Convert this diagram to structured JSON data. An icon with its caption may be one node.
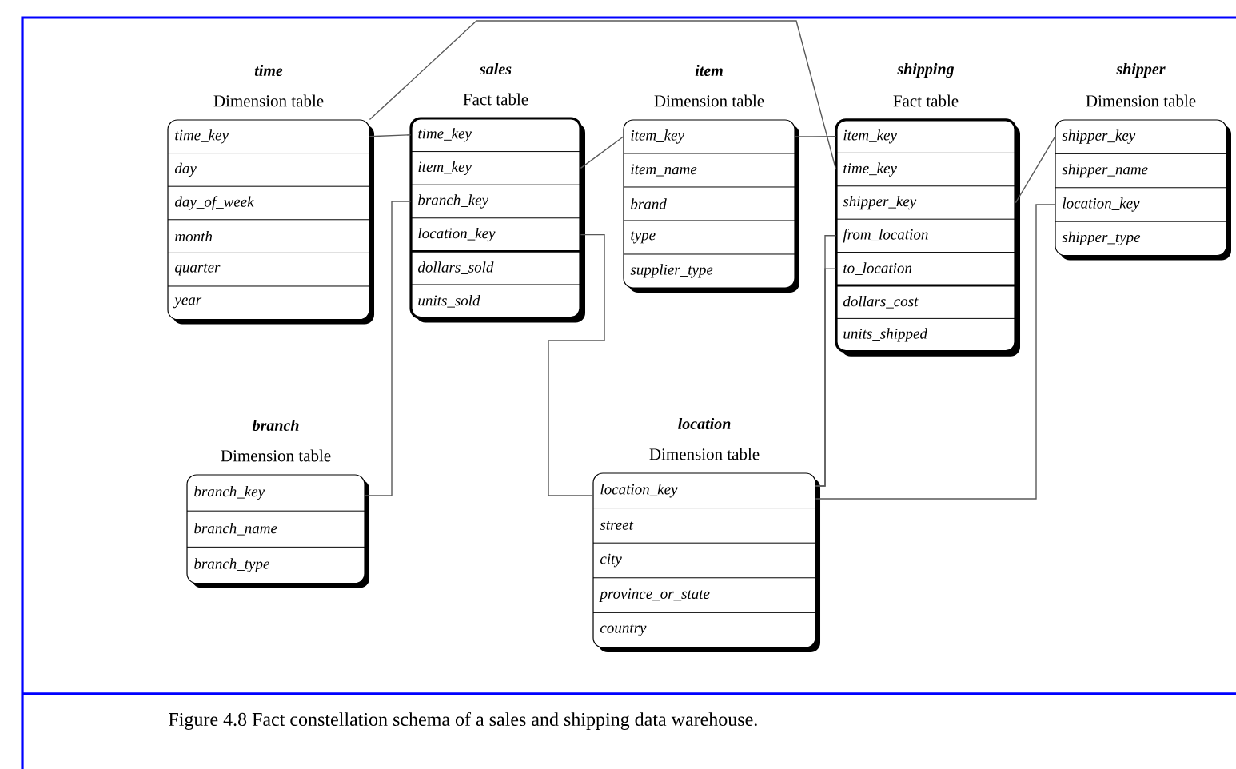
{
  "diagram": {
    "caption": "Figure 4.8 Fact constellation schema of a sales and shipping data warehouse.",
    "nodes": [
      {
        "text": [
          "time",
          "Dimension table"
        ]
      },
      {
        "text": [
          "time_key"
        ],
        "in": 0
      },
      {
        "text": [
          "day"
        ],
        "in": 0
      },
      {
        "text": [
          "day_of_week"
        ],
        "in": 0
      },
      {
        "text": [
          "month"
        ],
        "in": 0
      },
      {
        "text": [
          "quarter"
        ],
        "in": 0
      },
      {
        "text": [
          "year"
        ],
        "in": 0
      },
      {
        "text": [
          "sales",
          "Fact table"
        ]
      },
      {
        "text": [
          "time_key"
        ],
        "in": 7
      },
      {
        "text": [
          "item_key"
        ],
        "in": 7
      },
      {
        "text": [
          "branch_key"
        ],
        "in": 7
      },
      {
        "text": [
          "location_key"
        ],
        "in": 7
      },
      {
        "text": [
          "dollars_sold"
        ],
        "in": 7
      },
      {
        "text": [
          "units_sold"
        ],
        "in": 7
      },
      {
        "text": [
          "item",
          "Dimension table"
        ]
      },
      {
        "text": [
          "item_key"
        ],
        "in": 14
      },
      {
        "text": [
          "item_name"
        ],
        "in": 14
      },
      {
        "text": [
          "brand"
        ],
        "in": 14
      },
      {
        "text": [
          "type"
        ],
        "in": 14
      },
      {
        "text": [
          "supplier_type"
        ],
        "in": 14
      },
      {
        "text": [
          "shipping",
          "Fact table"
        ]
      },
      {
        "text": [
          "item_key"
        ],
        "in": 20
      },
      {
        "text": [
          "time_key"
        ],
        "in": 20
      },
      {
        "text": [
          "shipper_key"
        ],
        "in": 20
      },
      {
        "text": [
          "from_location"
        ],
        "in": 20
      },
      {
        "text": [
          "to_location"
        ],
        "in": 20
      },
      {
        "text": [
          "dollars_cost"
        ],
        "in": 20
      },
      {
        "text": [
          "units_shipped"
        ],
        "in": 20
      },
      {
        "text": [
          "shipper",
          "Dimension table"
        ]
      },
      {
        "text": [
          "shipper_key"
        ],
        "in": 28
      },
      {
        "text": [
          "shipper_name"
        ],
        "in": 28
      },
      {
        "text": [
          "location_key"
        ],
        "in": 28
      },
      {
        "text": [
          "shipper_type"
        ],
        "in": 28
      },
      {
        "text": [
          "branch",
          "Dimension table"
        ]
      },
      {
        "text": [
          "branch_key"
        ],
        "in": 33
      },
      {
        "text": [
          "branch_name"
        ],
        "in": 33
      },
      {
        "text": [
          "branch_type"
        ],
        "in": 33
      },
      {
        "text": [
          "location",
          "Dimension table"
        ]
      },
      {
        "text": [
          "location_key"
        ],
        "in": 37
      },
      {
        "text": [
          "street"
        ],
        "in": 37
      },
      {
        "text": [
          "city"
        ],
        "in": 37
      },
      {
        "text": [
          "province_or_state"
        ],
        "in": 37
      },
      {
        "text": [
          "country"
        ],
        "in": 37
      }
    ],
    "edges": [
      {
        "from": 1,
        "to": 8,
        "arrow": "none"
      },
      {
        "from": 1,
        "to": 22,
        "arrow": "none"
      },
      {
        "from": 9,
        "to": 15,
        "arrow": "none"
      },
      {
        "from": 15,
        "to": 21,
        "arrow": "none"
      },
      {
        "from": 10,
        "to": 34,
        "arrow": "none"
      },
      {
        "from": 11,
        "to": 38,
        "arrow": "none"
      },
      {
        "from": 24,
        "to": 38,
        "arrow": "none"
      },
      {
        "from": 25,
        "to": 38,
        "arrow": "none"
      },
      {
        "from": 23,
        "to": 29,
        "arrow": "none"
      },
      {
        "from": 31,
        "to": 38,
        "arrow": "none"
      }
    ]
  }
}
